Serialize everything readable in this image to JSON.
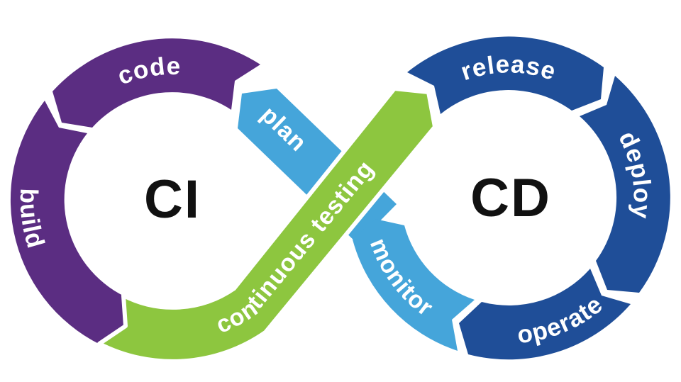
{
  "diagram": {
    "type": "ci-cd-infinity-loop",
    "left_loop": {
      "center_label": "CI",
      "segments": {
        "code": "code",
        "build": "build"
      }
    },
    "right_loop": {
      "center_label": "CD",
      "segments": {
        "release": "release",
        "deploy": "deploy",
        "operate": "operate"
      }
    },
    "cross_bands": {
      "plan": "plan",
      "monitor": "monitor",
      "testing": "continuous testing"
    },
    "flow_order": "plan, code, build, continuous testing, release, deploy, operate, monitor",
    "colors": {
      "ci_ring_purple": "#5b2d82",
      "cd_ring_navy": "#1f4e98",
      "plan_monitor_light_blue": "#45a5da",
      "testing_green": "#8dc63f",
      "loop_label_text": "#111111",
      "band_label_text": "#ffffff",
      "background": "#ffffff"
    }
  }
}
